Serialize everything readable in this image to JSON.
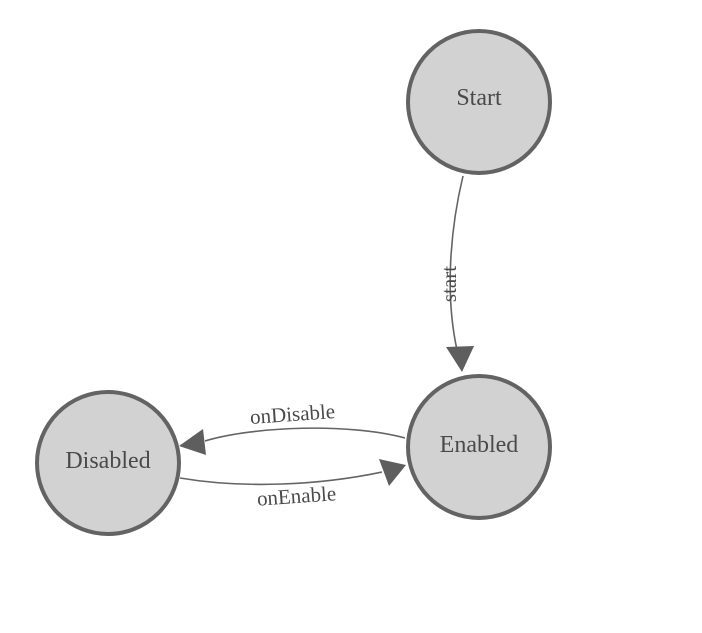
{
  "diagram": {
    "colors": {
      "background": "#ffffff",
      "node_fill": "#d2d2d2",
      "node_stroke": "#636363",
      "edge_stroke": "#646464",
      "arrow_fill": "#5e5e5e",
      "label_color": "#4a4a4a"
    },
    "nodes": [
      {
        "id": "start",
        "label": "Start"
      },
      {
        "id": "enabled",
        "label": "Enabled"
      },
      {
        "id": "disabled",
        "label": "Disabled"
      }
    ],
    "edges": [
      {
        "from": "Start",
        "to": "Enabled",
        "label": "start"
      },
      {
        "from": "Enabled",
        "to": "Disabled",
        "label": "onDisable"
      },
      {
        "from": "Disabled",
        "to": "Enabled",
        "label": "onEnable"
      }
    ]
  }
}
